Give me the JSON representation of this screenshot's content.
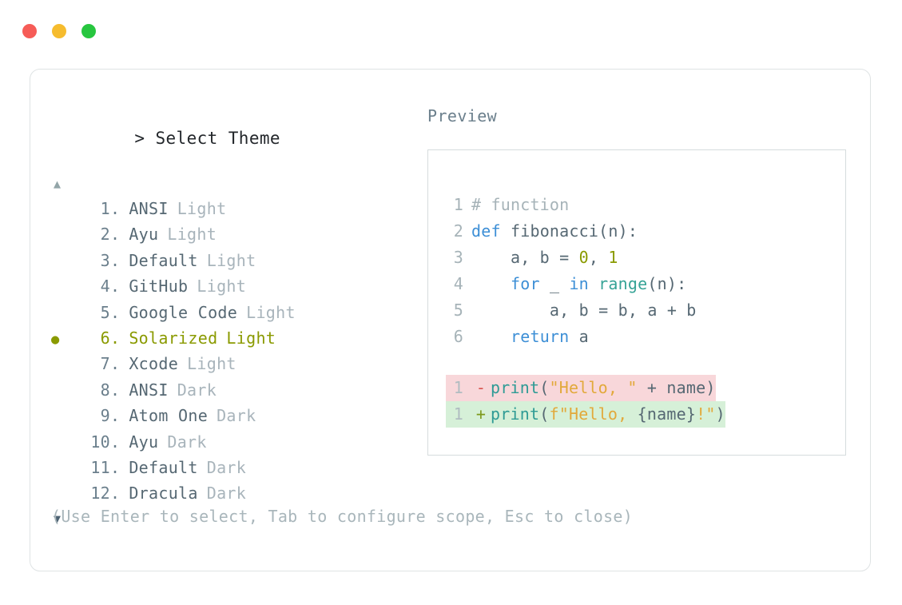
{
  "window": {
    "traffic_lights": [
      {
        "name": "close",
        "color": "#f65c57"
      },
      {
        "name": "minimize",
        "color": "#f6bc2e"
      },
      {
        "name": "maximize",
        "color": "#27c63f"
      }
    ]
  },
  "left": {
    "prompt_symbol": ">",
    "title": "Select Theme",
    "scroll_up_icon": "▲",
    "scroll_down_icon": "▼",
    "selected_index": 6,
    "selected_bullet": "●",
    "selected_color": "#8a9a00",
    "items": [
      {
        "index": "1",
        "sep": ".",
        "name": "ANSI",
        "variant": "Light"
      },
      {
        "index": "2",
        "sep": ".",
        "name": "Ayu",
        "variant": "Light"
      },
      {
        "index": "3",
        "sep": ".",
        "name": "Default",
        "variant": "Light"
      },
      {
        "index": "4",
        "sep": ".",
        "name": "GitHub",
        "variant": "Light"
      },
      {
        "index": "5",
        "sep": ".",
        "name": "Google Code",
        "variant": "Light"
      },
      {
        "index": "6",
        "sep": ".",
        "name": "Solarized",
        "variant": "Light"
      },
      {
        "index": "7",
        "sep": ".",
        "name": "Xcode",
        "variant": "Light"
      },
      {
        "index": "8",
        "sep": ".",
        "name": "ANSI",
        "variant": "Dark"
      },
      {
        "index": "9",
        "sep": ".",
        "name": "Atom One",
        "variant": "Dark"
      },
      {
        "index": "10",
        "sep": ".",
        "name": "Ayu",
        "variant": "Dark"
      },
      {
        "index": "11",
        "sep": ".",
        "name": "Default",
        "variant": "Dark"
      },
      {
        "index": "12",
        "sep": ".",
        "name": "Dracula",
        "variant": "Dark"
      }
    ]
  },
  "right": {
    "label": "Preview",
    "code_lines": [
      {
        "number": "1",
        "tokens": [
          {
            "t": "# function",
            "c": "tok-comment"
          }
        ]
      },
      {
        "number": "2",
        "tokens": [
          {
            "t": "def ",
            "c": "tok-kw"
          },
          {
            "t": "fibonacci",
            "c": "tok-fn"
          },
          {
            "t": "(n):",
            "c": "tok-punc"
          }
        ]
      },
      {
        "number": "3",
        "tokens": [
          {
            "t": "    a, b = ",
            "c": "tok-punc"
          },
          {
            "t": "0",
            "c": "tok-num"
          },
          {
            "t": ", ",
            "c": "tok-punc"
          },
          {
            "t": "1",
            "c": "tok-num"
          }
        ]
      },
      {
        "number": "4",
        "tokens": [
          {
            "t": "    ",
            "c": "tok-punc"
          },
          {
            "t": "for",
            "c": "tok-kw"
          },
          {
            "t": " _ ",
            "c": "tok-punc"
          },
          {
            "t": "in",
            "c": "tok-kw"
          },
          {
            "t": " ",
            "c": "tok-punc"
          },
          {
            "t": "range",
            "c": "tok-builtin"
          },
          {
            "t": "(n):",
            "c": "tok-punc"
          }
        ]
      },
      {
        "number": "5",
        "tokens": [
          {
            "t": "        a, b = b, a + b",
            "c": "tok-punc"
          }
        ]
      },
      {
        "number": "6",
        "tokens": [
          {
            "t": "    ",
            "c": "tok-punc"
          },
          {
            "t": "return",
            "c": "tok-kw"
          },
          {
            "t": " a",
            "c": "tok-punc"
          }
        ]
      }
    ],
    "diff_lines": [
      {
        "number": "1",
        "sign": "-",
        "kind": "diff-del",
        "tokens": [
          {
            "t": "print",
            "c": "tok-print"
          },
          {
            "t": "(",
            "c": "tok-punc"
          },
          {
            "t": "\"Hello, \"",
            "c": "tok-str"
          },
          {
            "t": " + name)",
            "c": "tok-punc"
          }
        ]
      },
      {
        "number": "1",
        "sign": "+",
        "kind": "diff-add",
        "tokens": [
          {
            "t": "print",
            "c": "tok-print"
          },
          {
            "t": "(",
            "c": "tok-punc"
          },
          {
            "t": "f\"Hello, ",
            "c": "tok-str"
          },
          {
            "t": "{name}",
            "c": "tok-punc"
          },
          {
            "t": "!\"",
            "c": "tok-str"
          },
          {
            "t": ")",
            "c": "tok-punc"
          }
        ]
      }
    ]
  },
  "footer": {
    "hint": "(Use Enter to select, Tab to configure scope, Esc to close)"
  }
}
